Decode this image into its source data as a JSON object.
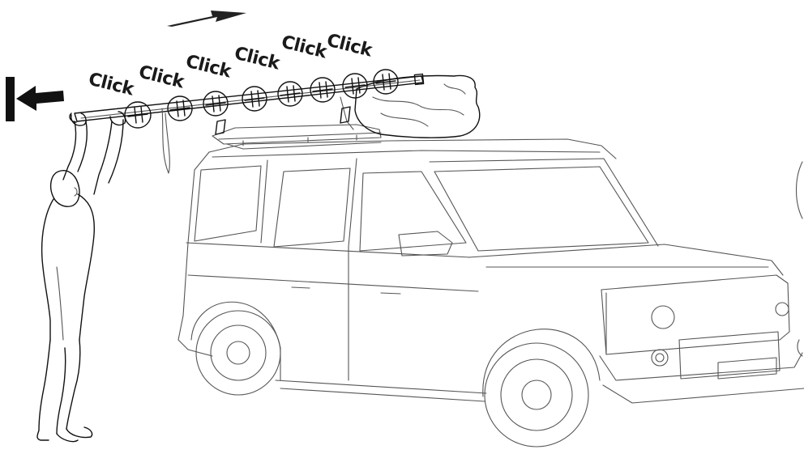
{
  "labels": {
    "click_1": "Click",
    "click_2": "Click",
    "click_3": "Click",
    "click_4": "Click",
    "click_5": "Click",
    "click_6": "Click"
  },
  "icons": {
    "push_arrow": "arrow-left-with-stop-bar-icon",
    "slide_arrow": "arrow-left-icon"
  },
  "colors": {
    "line": "#555555",
    "ink": "#111111",
    "background": "#ffffff"
  }
}
